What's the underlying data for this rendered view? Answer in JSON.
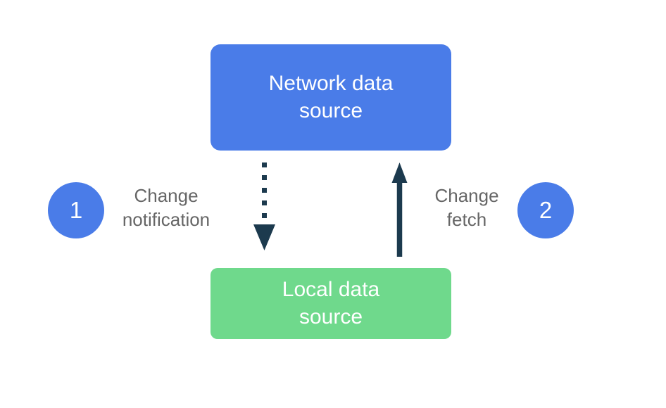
{
  "diagram": {
    "nodes": {
      "network_data_source": {
        "label": "Network data\nsource",
        "color": "#4a7ce8",
        "text_color": "#ffffff"
      },
      "local_data_source": {
        "label": "Local data\nsource",
        "color": "#6fd98c",
        "text_color": "#ffffff"
      }
    },
    "arrows": {
      "change_notification": {
        "style": "dotted",
        "direction": "down",
        "from": "network_data_source",
        "to": "local_data_source",
        "color": "#1c3a4e"
      },
      "change_fetch": {
        "style": "solid",
        "direction": "up",
        "from": "local_data_source",
        "to": "network_data_source",
        "color": "#1c3a4e"
      }
    },
    "annotations": [
      {
        "number": "1",
        "label": "Change\nnotification"
      },
      {
        "number": "2",
        "label": "Change\nfetch"
      }
    ],
    "colors": {
      "background": "#ffffff",
      "badge": "#4a7ce8",
      "label_text": "#666666",
      "arrow": "#1c3a4e"
    }
  }
}
